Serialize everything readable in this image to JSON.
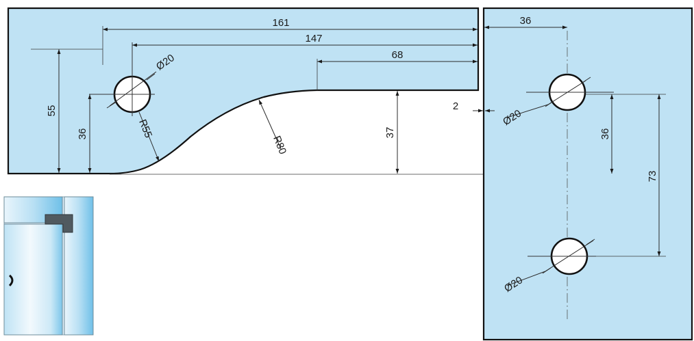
{
  "colors": {
    "plate_fill": "#bfe2f4",
    "outline": "#111111",
    "hole_fill": "#ffffff",
    "glass_edge": "#7fc8ea",
    "hinge_grey": "#505a60"
  },
  "left_part": {
    "dims": {
      "overall_length": "161",
      "hole_to_end": "147",
      "flat_top_length": "68",
      "height": "55",
      "hole_height": "36",
      "notch_depth": "37",
      "hole_diameter": "Ø20",
      "radius_small": "R55",
      "radius_large": "R80"
    }
  },
  "right_part": {
    "dims": {
      "edge_offset": "36",
      "gap": "2",
      "hole_spacing": "36",
      "total_spacing": "73",
      "top_hole_diameter": "Ø20",
      "bottom_hole_diameter": "Ø20"
    }
  },
  "illustration": {
    "icon": "glass-door-corner-hinge-icon"
  }
}
